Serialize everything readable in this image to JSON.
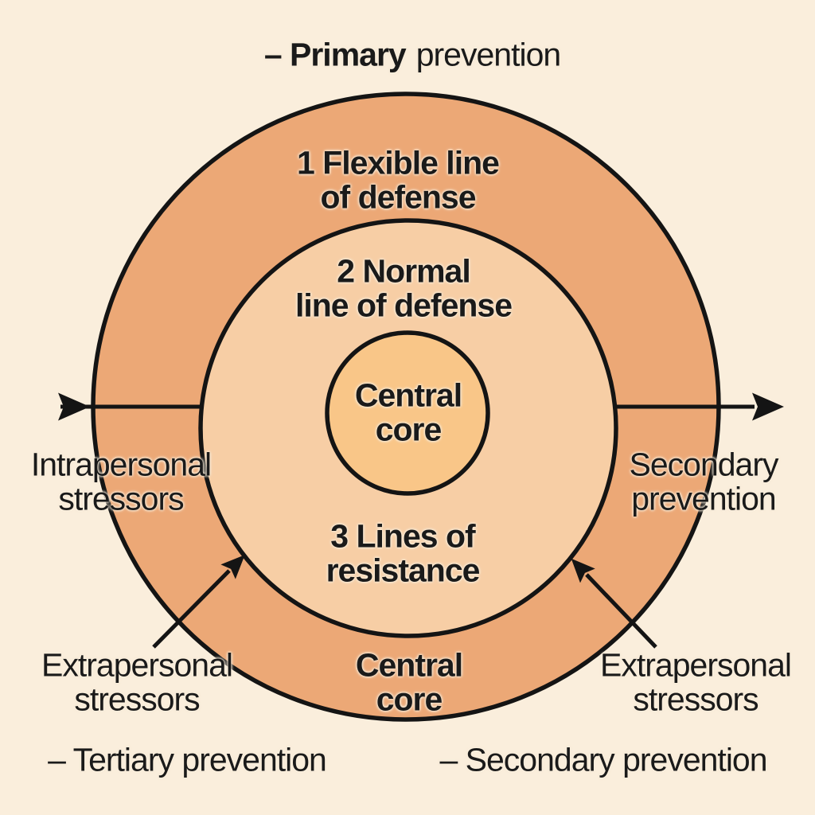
{
  "title": "Neuman Systems Model diagram",
  "colors": {
    "background": "#FAEEDC",
    "outer_ring": "#ECA876",
    "middle_ring": "#F7CEA5",
    "core_circle": "#F9C688",
    "line": "#141414",
    "text": "#1A1A1A"
  },
  "labels": {
    "primary_prevention": {
      "bold": "– Primary",
      "regular": "prevention"
    },
    "flexible_line": {
      "line1": "1 Flexible line",
      "line2": "of defense"
    },
    "normal_line": {
      "line1": "2 Normal",
      "line2": "line of defense"
    },
    "central_core": {
      "line1": "Central",
      "line2": "core"
    },
    "lines_of_resistance": {
      "line1": "3 Lines of",
      "line2": "resistance"
    },
    "central_core_bottom": {
      "line1": "Central",
      "line2": "core"
    },
    "intrapersonal_stressors": {
      "line1": "Intrapersonal",
      "line2": "stressors"
    },
    "secondary_prevention_right": {
      "line1": "Secondary",
      "line2": "prevention"
    },
    "extrapersonal_stressors_left": {
      "line1": "Extrapersonal",
      "line2": "stressors"
    },
    "extrapersonal_stressors_right": {
      "line1": "Extrapersonal",
      "line2": "stressors"
    },
    "tertiary_prevention": "– Tertiary prevention",
    "secondary_prevention_bottom": "– Secondary prevention"
  }
}
